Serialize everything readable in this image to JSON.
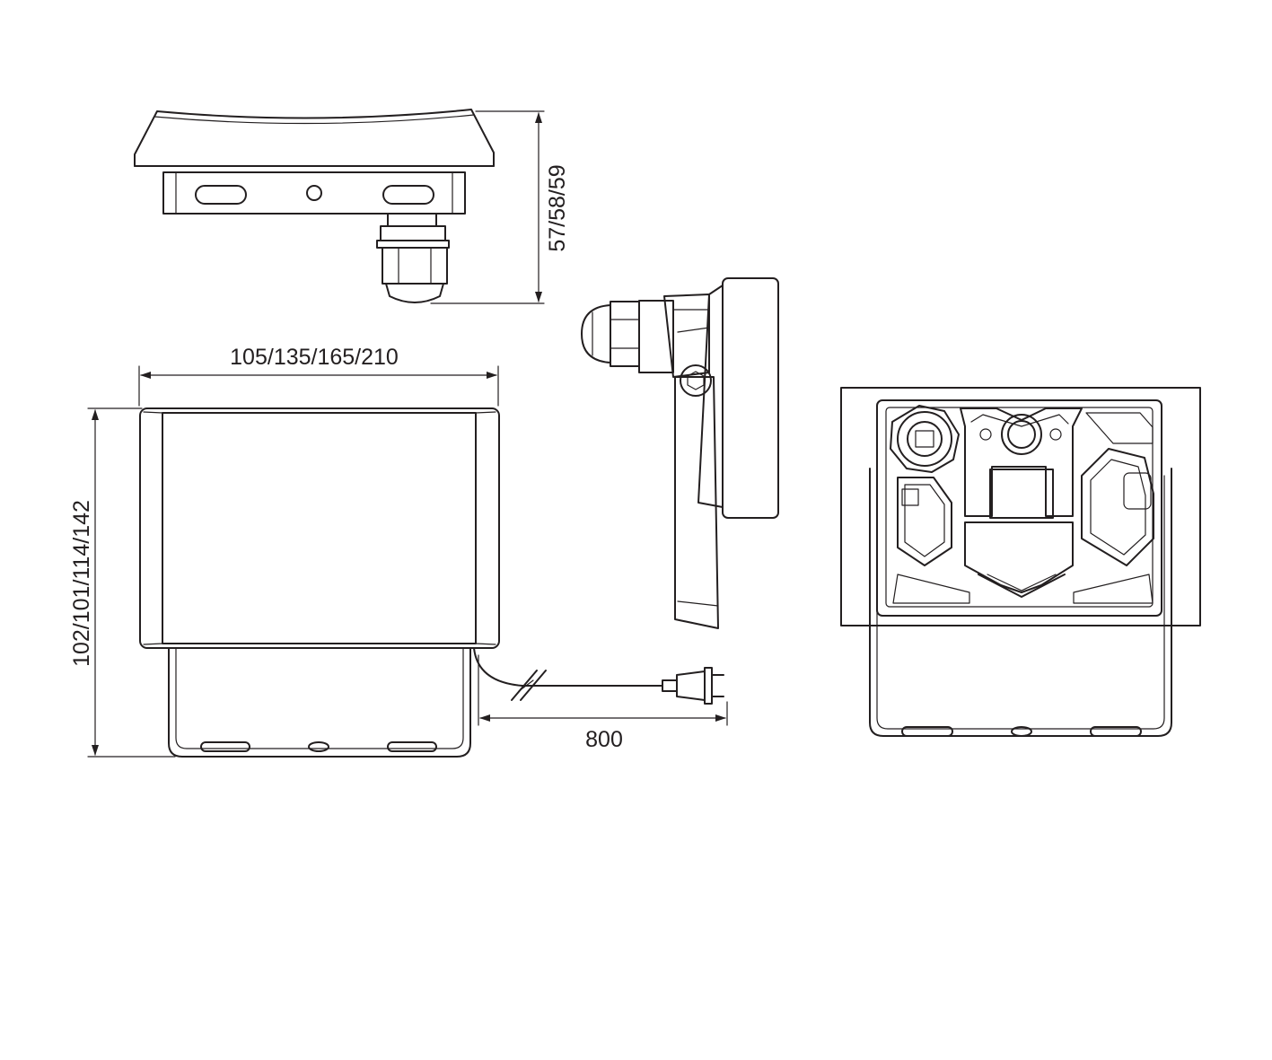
{
  "dimensions": {
    "height_top_view": "57/58/59",
    "width_front_view": "105/135/165/210",
    "height_front_view": "102/101/114/142",
    "cable_length": "800"
  },
  "colors": {
    "line": "#231f20",
    "background": "#ffffff"
  }
}
